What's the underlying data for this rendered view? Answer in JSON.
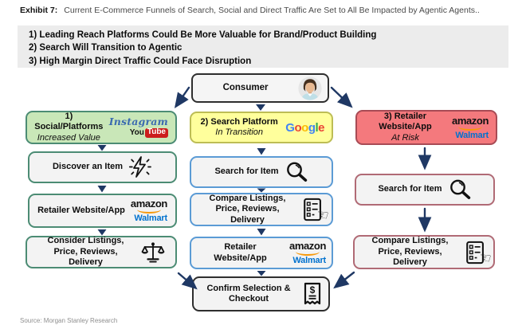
{
  "exhibit": {
    "label": "Exhibit 7:",
    "title": "Current E-Commerce Funnels of Search, Social and Direct Traffic Are Set to All Be Impacted by Agentic Agents.."
  },
  "key_points": {
    "line1": "1)  Leading Reach Platforms Could Be More Valuable for Brand/Product Building",
    "line2": "2)  Search Will Transition to Agentic",
    "line3": "3)  High Margin Direct Traffic Could Face Disruption"
  },
  "consumer": {
    "label": "Consumer"
  },
  "funnels": {
    "social": {
      "title": "1)  Social/Platforms",
      "subtitle": "Increased Value",
      "step1": "Discover an Item",
      "step2": "Retailer Website/App",
      "step3": "Consider Listings, Price, Reviews, Delivery"
    },
    "search": {
      "title": "2) Search Platform",
      "subtitle": "In Transition",
      "step1": "Search for Item",
      "step2": "Compare Listings, Price, Reviews, Delivery",
      "step3": "Retailer Website/App"
    },
    "retailer": {
      "title": "3) Retailer Website/App",
      "subtitle": "At Risk",
      "step1": "Search for Item",
      "step2": "Compare Listings, Price, Reviews, Delivery"
    }
  },
  "checkout": {
    "label": "Confirm Selection & Checkout"
  },
  "logos": {
    "instagram": "Instagram",
    "youtube_you": "You",
    "youtube_tube": "Tube",
    "amazon": "amazon",
    "walmart": "Walmart",
    "google": {
      "l1": "G",
      "l2": "o",
      "l3": "o",
      "l4": "g",
      "l5": "l",
      "l6": "e"
    }
  },
  "receipt_symbol": "$",
  "source": "Source: Morgan Stanley Research",
  "colors": {
    "social_bg": "#c9e7b8",
    "social_border": "#4c8c74",
    "search_bg": "#ffff9c",
    "search_border": "#5b9bd5",
    "retailer_bg": "#f4797d",
    "retailer_border": "#b06a75",
    "arrow_navy": "#1f3864",
    "amazon_orange": "#f7990a",
    "walmart_blue": "#0071ce",
    "youtube_red": "#cc1d1d",
    "instagram_blue": "#3b6bb0",
    "google_blue": "#4285F4",
    "google_red": "#EA4335",
    "google_yellow": "#FBBC05",
    "google_green": "#34A853",
    "keybox_bg": "#ececec"
  }
}
